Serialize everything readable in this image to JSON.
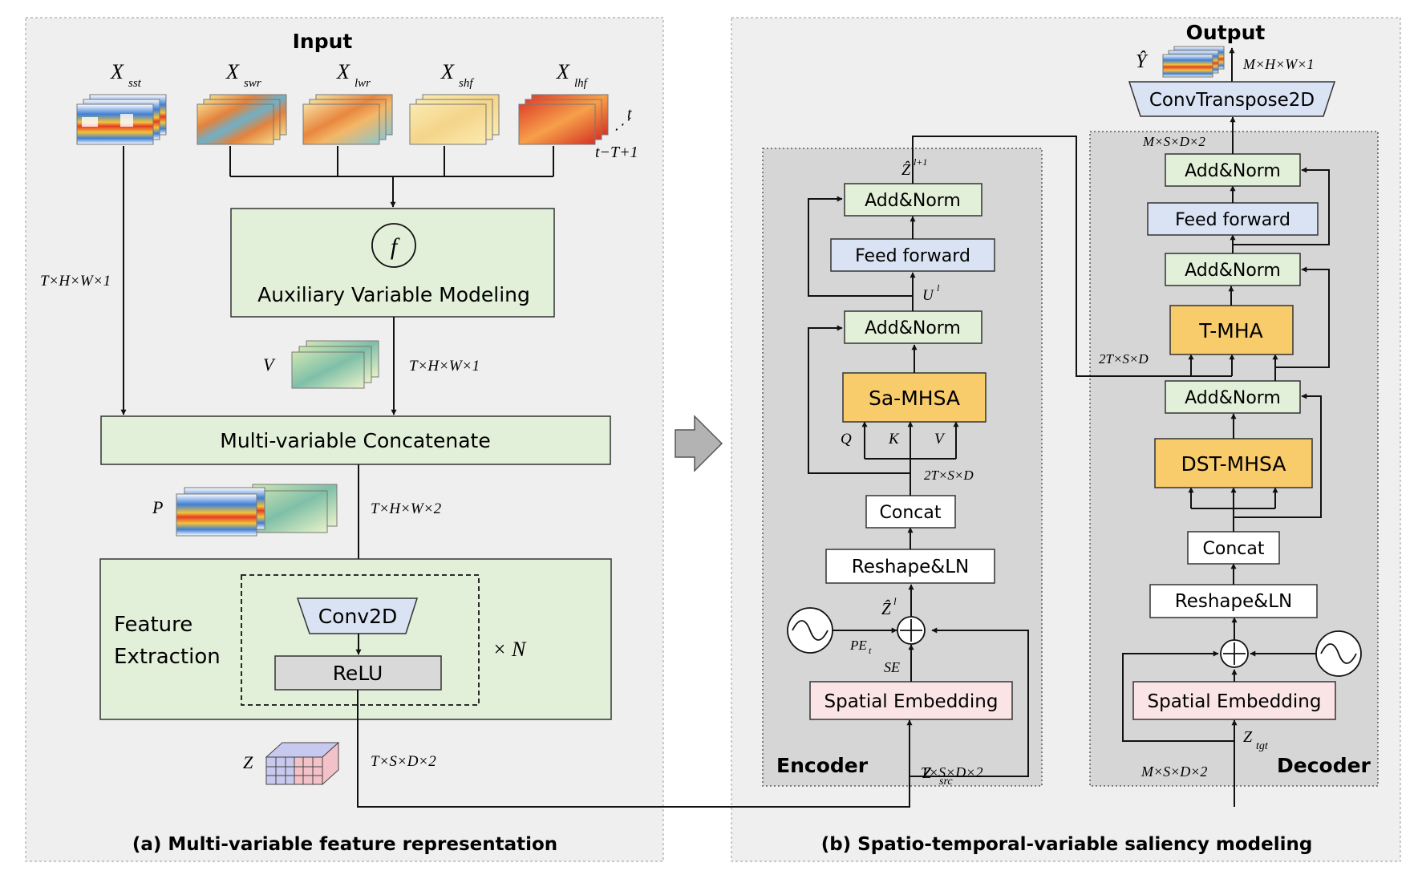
{
  "panel_a": {
    "input_title": "Input",
    "vars": [
      {
        "base": "X",
        "sub": "sst"
      },
      {
        "base": "X",
        "sub": "swr"
      },
      {
        "base": "X",
        "sub": "lwr"
      },
      {
        "base": "X",
        "sub": "shf"
      },
      {
        "base": "X",
        "sub": "lhf"
      }
    ],
    "time_top": "t",
    "time_bottom": "t−T+1",
    "f_symbol": "f",
    "aux_label": "Auxiliary Variable Modeling",
    "dim_left": "T×H×W×1",
    "v_label": "V",
    "dim_v": "T×H×W×1",
    "concat_label": "Multi-variable Concatenate",
    "p_label": "P",
    "dim_p": "T×H×W×2",
    "feature_line1": "Feature",
    "feature_line2": "Extraction",
    "conv2d": "Conv2D",
    "relu": "ReLU",
    "times_n": "× N",
    "z_label": "Z",
    "dim_z": "T×S×D×2",
    "caption": "(a) Multi-variable feature representation"
  },
  "panel_b": {
    "output_title": "Output",
    "y_hat": "Ŷ",
    "dim_out": "M×H×W×1",
    "conv_transpose": "ConvTranspose2D",
    "enc": {
      "z_next": "Ẑ",
      "z_next_sup": "l+1",
      "add_norm_top": "Add&Norm",
      "feed_forward": "Feed forward",
      "u_label": "U",
      "u_sup": "l",
      "add_norm_mid": "Add&Norm",
      "sa_mhsa": "Sa-MHSA",
      "q": "Q",
      "k": "K",
      "v": "V",
      "dim_qkv": "2T×S×D",
      "concat": "Concat",
      "reshape_ln": "Reshape&LN",
      "z_hat": "Ẑ",
      "z_hat_sup": "l",
      "pe": "PE",
      "pe_sub": "t",
      "se": "SE",
      "spatial_embedding": "Spatial Embedding",
      "z_src": "Z",
      "z_src_sub": "src",
      "dim_in": "T×S×D×2",
      "title": "Encoder"
    },
    "dec": {
      "dim_top": "M×S×D×2",
      "add_norm_top": "Add&Norm",
      "feed_forward": "Feed forward",
      "add_norm_mid": "Add&Norm",
      "t_mha": "T-MHA",
      "dim_cross": "2T×S×D",
      "add_norm_low": "Add&Norm",
      "dst_mhsa": "DST-MHSA",
      "concat": "Concat",
      "reshape_ln": "Reshape&LN",
      "spatial_embedding": "Spatial Embedding",
      "z_tgt": "Z",
      "z_tgt_sub": "tgt",
      "dim_in": "M×S×D×2",
      "title": "Decoder"
    },
    "caption": "(b) Spatio-temporal-variable saliency modeling"
  },
  "colors": {
    "panel_bg": "#efefef",
    "green_box": "#e2efd9",
    "blue_box": "#dae3f3",
    "orange_box": "#f8cb6b",
    "pink_box": "#fbe4e6",
    "gray_box": "#d9d9d9",
    "inner_gray": "#d6d6d6"
  }
}
